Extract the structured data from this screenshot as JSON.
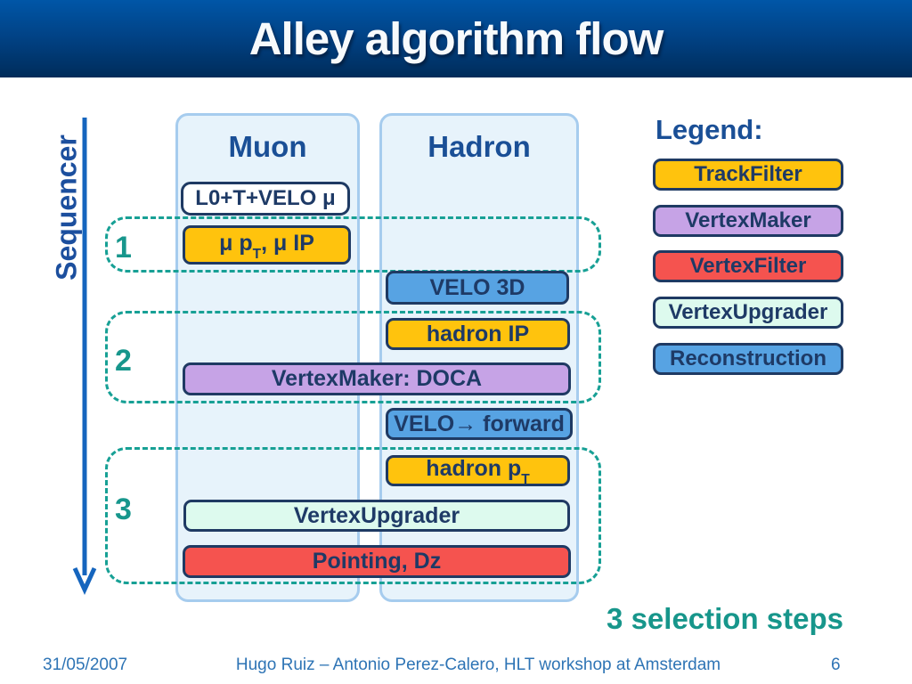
{
  "title": "Alley algorithm flow",
  "sequencer_label": "Sequencer",
  "columns": {
    "muon": "Muon",
    "hadron": "Hadron"
  },
  "step_numbers": [
    "1",
    "2",
    "3"
  ],
  "flow": {
    "l0_box": "L0+T+VELO μ",
    "mu_pt_pre": "μ p",
    "mu_pt_sub": "T",
    "mu_pt_post": ", μ IP",
    "velo3d": "VELO 3D",
    "hadron_ip": "hadron IP",
    "vertexmaker_doca": "VertexMaker: DOCA",
    "velo_forward": "VELO→ forward",
    "hadron_pt_pre": "hadron p",
    "hadron_pt_sub": "T",
    "vertexupgrader": "VertexUpgrader",
    "pointing_dz": "Pointing, Dz"
  },
  "legend": {
    "title": "Legend:",
    "items": [
      {
        "label": "TrackFilter",
        "type": "track_filter"
      },
      {
        "label": "VertexMaker",
        "type": "vertex_maker"
      },
      {
        "label": "VertexFilter",
        "type": "vertex_filter"
      },
      {
        "label": "VertexUpgrader",
        "type": "vertex_upgrader"
      },
      {
        "label": "Reconstruction",
        "type": "reconstruction"
      }
    ]
  },
  "caption": "3 selection steps",
  "footer": {
    "date": "31/05/2007",
    "credit": "Hugo Ruiz – Antonio Perez-Calero, HLT workshop at Amsterdam",
    "page_number": "6"
  },
  "colors": {
    "track_filter": "#FFC30D",
    "vertex_maker": "#C6A3E6",
    "vertex_filter": "#F5534F",
    "vertex_upgrader": "#DDFAEE",
    "reconstruction": "#57A3E3",
    "plain": "#FFFFFF",
    "accent_teal": "#17968C",
    "navy_text": "#1E3A66",
    "header_blue": "#1A4F96",
    "title_gradient_top": "#0056A7",
    "title_gradient_bottom": "#002C5A"
  }
}
